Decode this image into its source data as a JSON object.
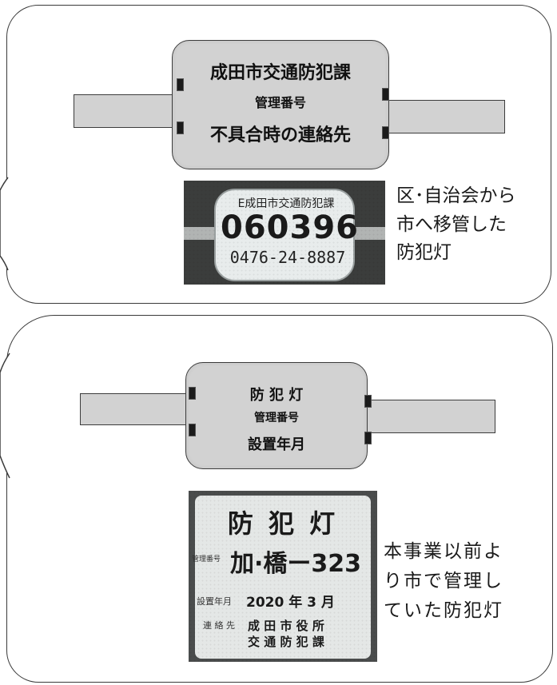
{
  "panel1": {
    "tag_lines": [
      "成田市交通防犯課",
      "管理番号",
      "不具合時の連絡先"
    ],
    "photo_plate": {
      "header": "E成田市交通防犯課",
      "number": "060396",
      "phone": "0476-24-8887"
    },
    "caption_lines": [
      "区･自治会から",
      "市へ移管した",
      "防犯灯"
    ]
  },
  "panel2": {
    "tag_lines": [
      "防 犯 灯",
      "管理番号",
      "設置年月"
    ],
    "photo_plate": {
      "title": "防 犯 灯",
      "row1_label": "管理番号",
      "row1_value": "加·橋ー323",
      "row2_label": "設置年月",
      "row2_value": "2020 年 3 月",
      "row3_label": "連 絡 先",
      "row3_value_line1": "成 田 市 役 所",
      "row3_value_line2": "交 通 防 犯 課"
    },
    "caption_lines": [
      "本事業以前よ",
      "り市で管理し",
      "ていた防犯灯"
    ]
  }
}
